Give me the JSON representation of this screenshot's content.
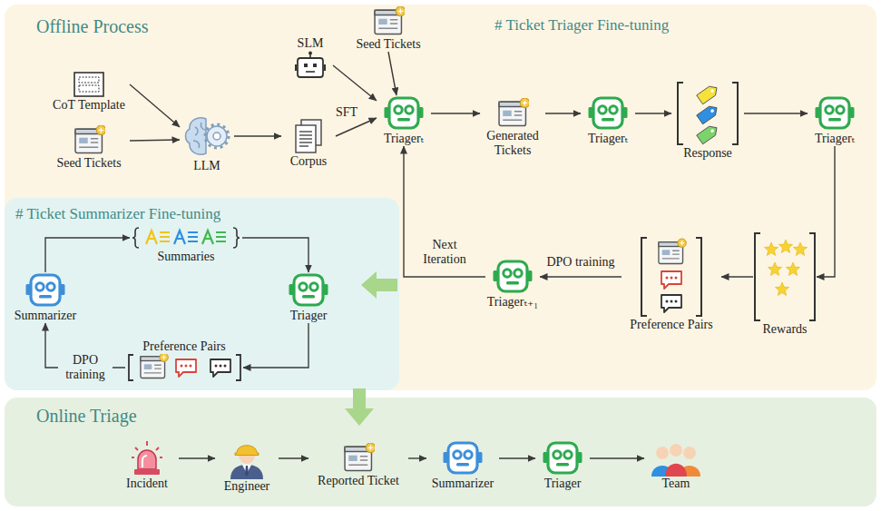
{
  "diagram": {
    "nodes": [
      {
        "text": [
          "Offline Process"
        ]
      },
      {
        "text": [
          "CoT Template"
        ],
        "in": 0
      },
      {
        "text": [
          "Seed Tickets"
        ],
        "in": 0
      },
      {
        "text": [
          "LLM"
        ],
        "in": 0
      },
      {
        "text": [
          "SLM"
        ],
        "in": 0
      },
      {
        "text": [
          "Corpus"
        ],
        "in": 0
      },
      {
        "text": [
          "Seed Tickets"
        ],
        "in": 0
      },
      {
        "text": [
          "Triagerₜ"
        ],
        "in": 0
      },
      {
        "text": [
          "Generated Tickets"
        ],
        "in": 0
      },
      {
        "text": [
          "Triagerₜ"
        ],
        "in": 0
      },
      {
        "text": [
          "Response"
        ],
        "in": 0
      },
      {
        "text": [
          "Triagerₜ"
        ],
        "in": 0
      },
      {
        "text": [
          "Rewards"
        ],
        "in": 0
      },
      {
        "text": [
          "Preference Pairs"
        ],
        "in": 0
      },
      {
        "text": [
          "Triagerₜ₊₁"
        ],
        "in": 0
      },
      {
        "text": [
          "# Ticket Summarizer Fine-tuning"
        ],
        "in": 0
      },
      {
        "text": [
          "Summarizer"
        ],
        "in": 15
      },
      {
        "text": [
          "Summaries"
        ],
        "in": 15
      },
      {
        "text": [
          "Triager"
        ],
        "in": 15
      },
      {
        "text": [
          "Preference Pairs"
        ],
        "in": 15
      },
      {
        "text": [
          "Online Triage"
        ]
      },
      {
        "text": [
          "Incident"
        ],
        "in": 20
      },
      {
        "text": [
          "Engineer"
        ],
        "in": 20
      },
      {
        "text": [
          "Reported Ticket"
        ],
        "in": 20
      },
      {
        "text": [
          "Summarizer"
        ],
        "in": 20
      },
      {
        "text": [
          "Triager"
        ],
        "in": 20
      },
      {
        "text": [
          "Team"
        ],
        "in": 20
      }
    ],
    "edges": [
      {
        "from": 1,
        "to": 3,
        "arrow": "to"
      },
      {
        "from": 2,
        "to": 3,
        "arrow": "to"
      },
      {
        "from": 3,
        "to": 5,
        "arrow": "to"
      },
      {
        "from": 5,
        "to": 7,
        "label": "SFT",
        "arrow": "to"
      },
      {
        "from": 4,
        "to": 7,
        "arrow": "to"
      },
      {
        "from": 6,
        "to": 7,
        "arrow": "to"
      },
      {
        "from": 7,
        "to": 8,
        "arrow": "to"
      },
      {
        "from": 8,
        "to": 9,
        "arrow": "to"
      },
      {
        "from": 9,
        "to": 10,
        "arrow": "to"
      },
      {
        "from": 10,
        "to": 11,
        "arrow": "to"
      },
      {
        "from": 11,
        "to": 12,
        "arrow": "to"
      },
      {
        "from": 12,
        "to": 13,
        "arrow": "to"
      },
      {
        "from": 13,
        "to": 14,
        "label": "DPO training",
        "arrow": "to"
      },
      {
        "from": 14,
        "to": 7,
        "label": "Next Iteration",
        "arrow": "to"
      },
      {
        "from": 16,
        "to": 17,
        "arrow": "to"
      },
      {
        "from": 17,
        "to": 18,
        "arrow": "to"
      },
      {
        "from": 18,
        "to": 19,
        "arrow": "to"
      },
      {
        "from": 19,
        "to": 16,
        "label": "DPO training",
        "arrow": "to"
      },
      {
        "from": 21,
        "to": 22,
        "arrow": "to"
      },
      {
        "from": 22,
        "to": 23,
        "arrow": "to"
      },
      {
        "from": 23,
        "to": 24,
        "arrow": "to"
      },
      {
        "from": 24,
        "to": 25,
        "arrow": "to"
      },
      {
        "from": 25,
        "to": 26,
        "arrow": "to"
      }
    ],
    "labels": [
      "# Ticket Triager Fine-tuning"
    ]
  }
}
